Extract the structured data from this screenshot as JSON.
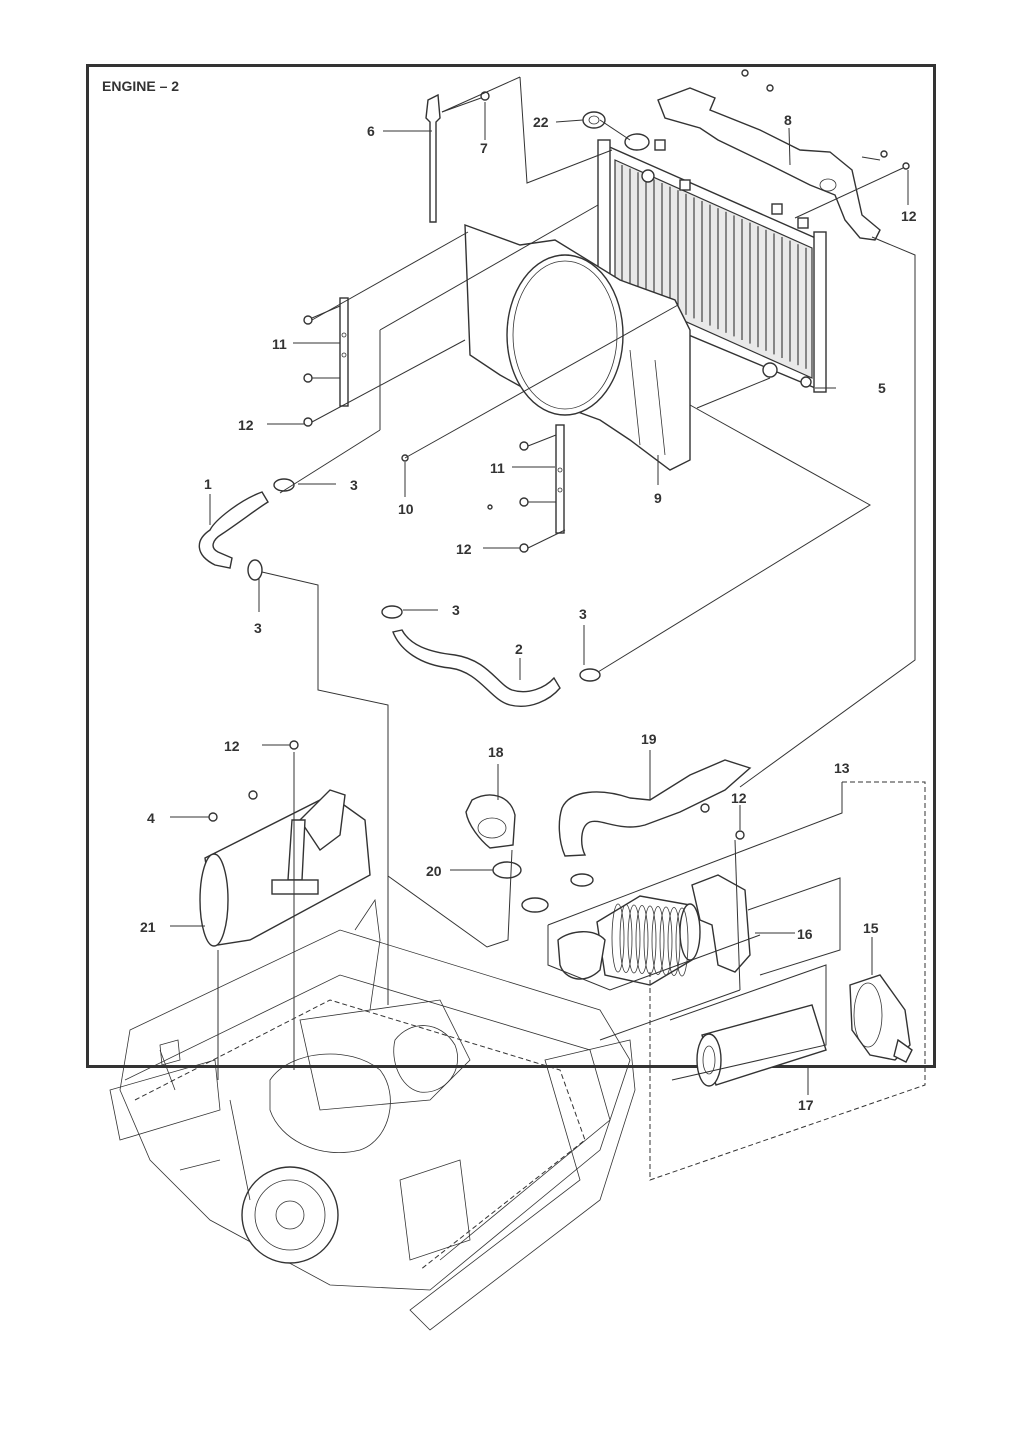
{
  "title": "ENGINE – 2",
  "callouts": {
    "c1": "1",
    "c2": "2",
    "c3a": "3",
    "c3b": "3",
    "c3c": "3",
    "c3d": "3",
    "c4": "4",
    "c5": "5",
    "c6": "6",
    "c7": "7",
    "c8": "8",
    "c9": "9",
    "c10": "10",
    "c11a": "11",
    "c11b": "11",
    "c12a": "12",
    "c12b": "12",
    "c12c": "12",
    "c12d": "12",
    "c12e": "12",
    "c13": "13",
    "c15": "15",
    "c16": "16",
    "c17": "17",
    "c18": "18",
    "c19": "19",
    "c20": "20",
    "c21": "21",
    "c22": "22"
  },
  "colors": {
    "ink": "#333333",
    "paper": "#ffffff",
    "shade": "#e9e9e9"
  }
}
